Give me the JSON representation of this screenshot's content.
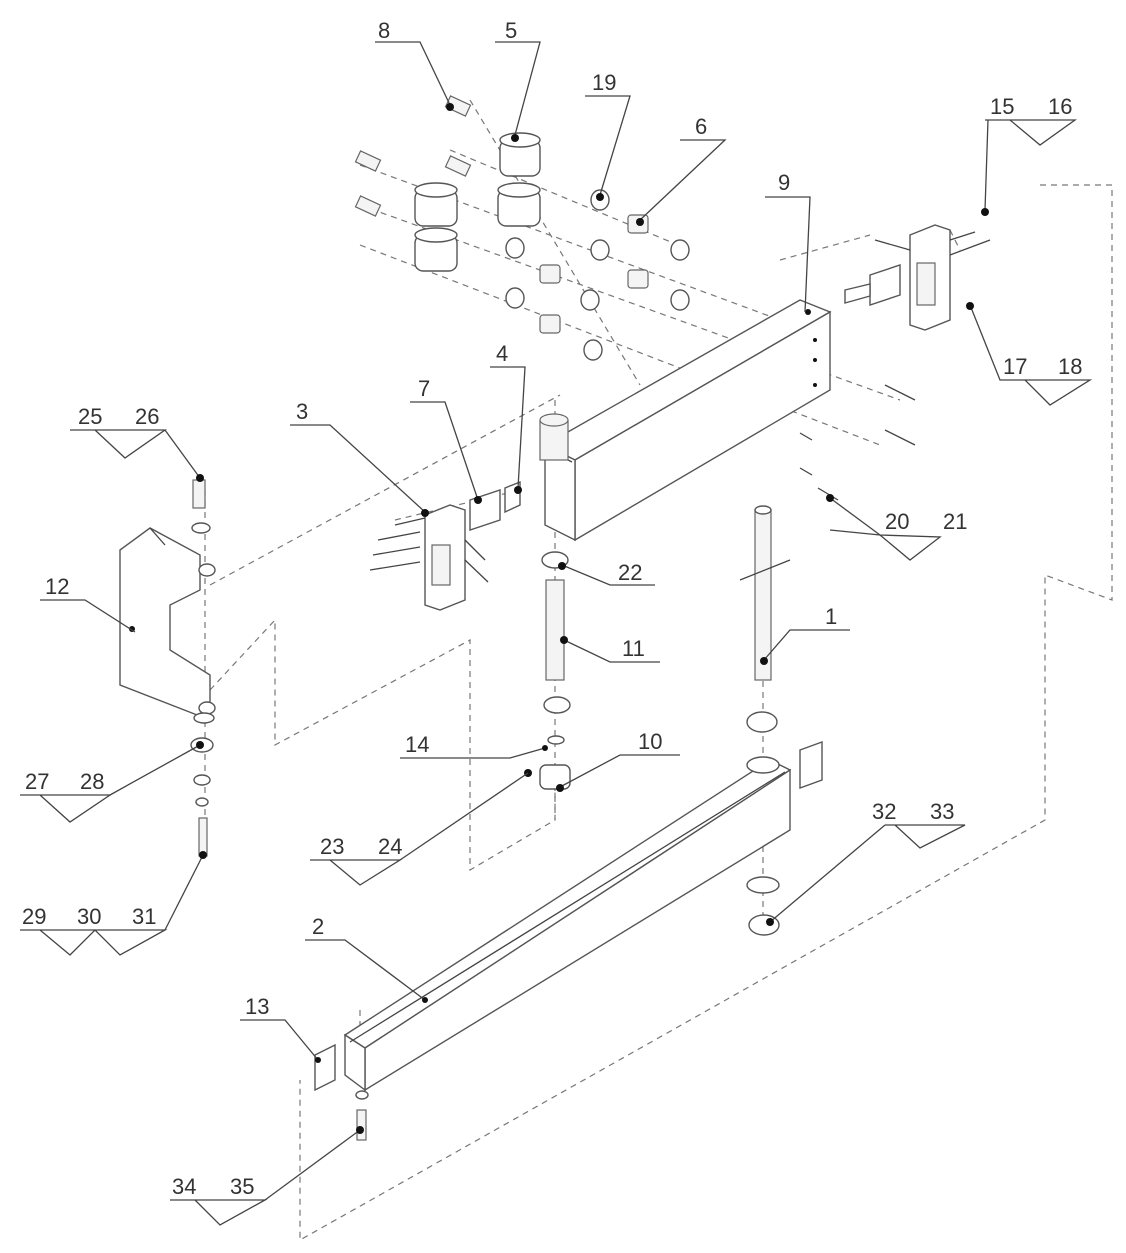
{
  "callouts": {
    "c1": "1",
    "c2": "2",
    "c3": "3",
    "c4": "4",
    "c5": "5",
    "c6": "6",
    "c7": "7",
    "c8": "8",
    "c9": "9",
    "c10": "10",
    "c11": "11",
    "c12": "12",
    "c13": "13",
    "c14": "14",
    "c15": "15",
    "c16": "16",
    "c17": "17",
    "c18": "18",
    "c19": "19",
    "c20": "20",
    "c21": "21",
    "c22": "22",
    "c23": "23",
    "c24": "24",
    "c25": "25",
    "c26": "26",
    "c27": "27",
    "c28": "28",
    "c29": "29",
    "c30": "30",
    "c31": "31",
    "c32": "32",
    "c33": "33",
    "c34": "34",
    "c35": "35"
  },
  "colors": {
    "line": "#555555",
    "dashed": "#777777",
    "label": "#333333",
    "background": "#ffffff"
  }
}
